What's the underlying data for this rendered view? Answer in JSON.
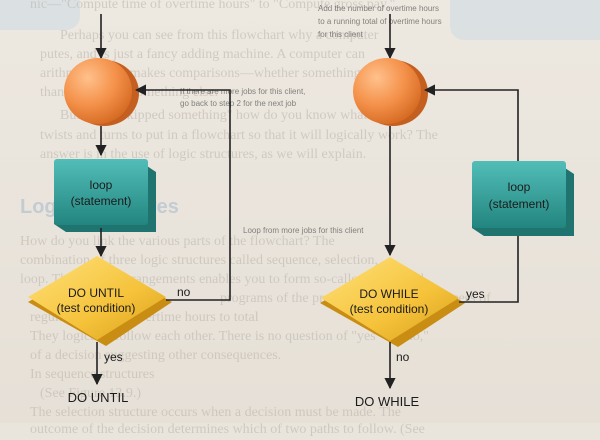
{
  "background_text": {
    "lines": [
      "nic—\"Compute time of overtime hours\" to \"Compute gross pay,\"",
      "Perhaps you can see from this flowchart why a computer",
      "putes, and is just a fancy adding machine. A computer can",
      "arithmetic, also makes comparisons—whether something is",
      "than or equal to something else.",
      "But if we \"skipped something\" how do you know what kind of",
      "twists and turns to put in a flowchart so that it will logically work? The",
      "answer is in the use of logic structures, as we will explain.",
      "How do you link the various parts of the flowchart? The",
      "combination of three logic structures called sequence, selection,",
      "loop. These three arrangements enables you to form so-called structured",
      "programs of the programs. This is the process of",
      "regular hours and overtime hours to total",
      "They logically follow each other. There is no question of \"yes\" or \"no,\"",
      "of a decision suggesting other consequences.",
      "In sequence structures",
      "(See Figure 13.9.)",
      "The selection structure occurs when a decision must be made. The",
      "outcome of the decision determines which of two paths to follow. (See"
    ],
    "heading": "Logic Structures"
  },
  "faint_notes": {
    "top_1": "Add the number of overtime hours",
    "top_2": "to a running total of overtime hours",
    "top_3": "for this client",
    "mid_1": "If there are more jobs for this client,",
    "mid_2": "go back to step 2 for the next job",
    "mid_3": "Loop from more jobs for this client"
  },
  "do_until": {
    "loop_label_1": "loop",
    "loop_label_2": "(statement)",
    "decision_1": "DO UNTIL",
    "decision_2": "(test condition)",
    "branch_no": "no",
    "branch_yes": "yes",
    "result": "DO UNTIL"
  },
  "do_while": {
    "loop_label_1": "loop",
    "loop_label_2": "(statement)",
    "decision_1": "DO WHILE",
    "decision_2": "(test condition)",
    "branch_yes": "yes",
    "branch_no": "no",
    "result": "DO WHILE"
  },
  "colors": {
    "connector": "#f08a3c",
    "process_box": "#2f9c98",
    "decision": "#f3c43a",
    "line": "#222222"
  }
}
